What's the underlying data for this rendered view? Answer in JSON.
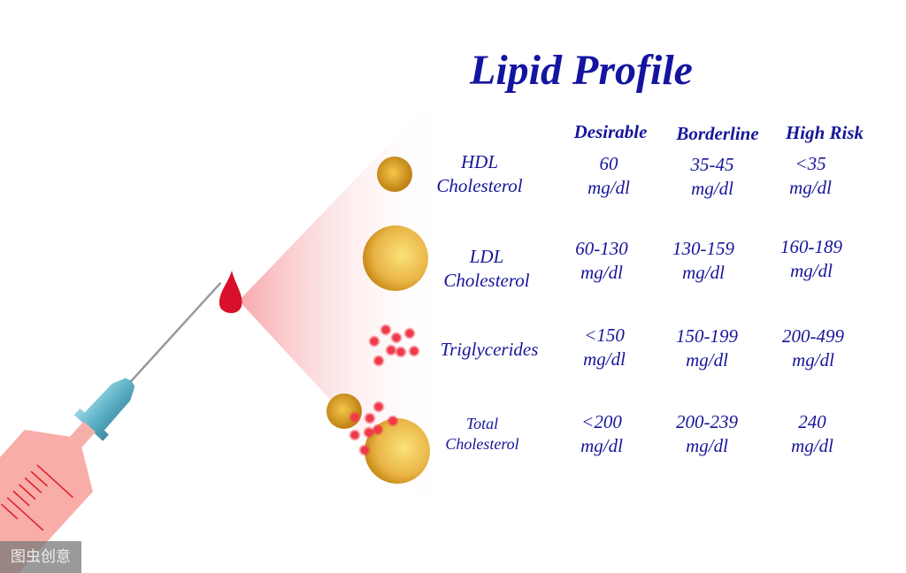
{
  "title": "Lipid Profile",
  "columns": [
    "Desirable",
    "Borderline",
    "High Risk"
  ],
  "rows": [
    {
      "label": [
        "HDL",
        "Cholesterol"
      ],
      "values": [
        [
          "60",
          "mg/dl"
        ],
        [
          "35-45",
          "mg/dl"
        ],
        [
          "<35",
          "mg/dl"
        ]
      ]
    },
    {
      "label": [
        "LDL",
        "Cholesterol"
      ],
      "values": [
        [
          "60-130",
          "mg/dl"
        ],
        [
          "130-159",
          "mg/dl"
        ],
        [
          "160-189",
          "mg/dl"
        ]
      ]
    },
    {
      "label": [
        "Triglycerides"
      ],
      "values": [
        [
          "<150",
          "mg/dl"
        ],
        [
          "150-199",
          "mg/dl"
        ],
        [
          "200-499",
          "mg/dl"
        ]
      ]
    },
    {
      "label": [
        "Total",
        "Cholesterol"
      ],
      "values": [
        [
          "<200",
          "mg/dl"
        ],
        [
          "200-239",
          "mg/dl"
        ],
        [
          "240",
          "mg/dl"
        ]
      ]
    }
  ],
  "watermark": "图虫创意",
  "colors": {
    "text": "#16169a",
    "blood": "#d8102a",
    "lipid": "#e8b040",
    "hub": "#4aa8c0",
    "barrel": "#f7a0a0"
  }
}
